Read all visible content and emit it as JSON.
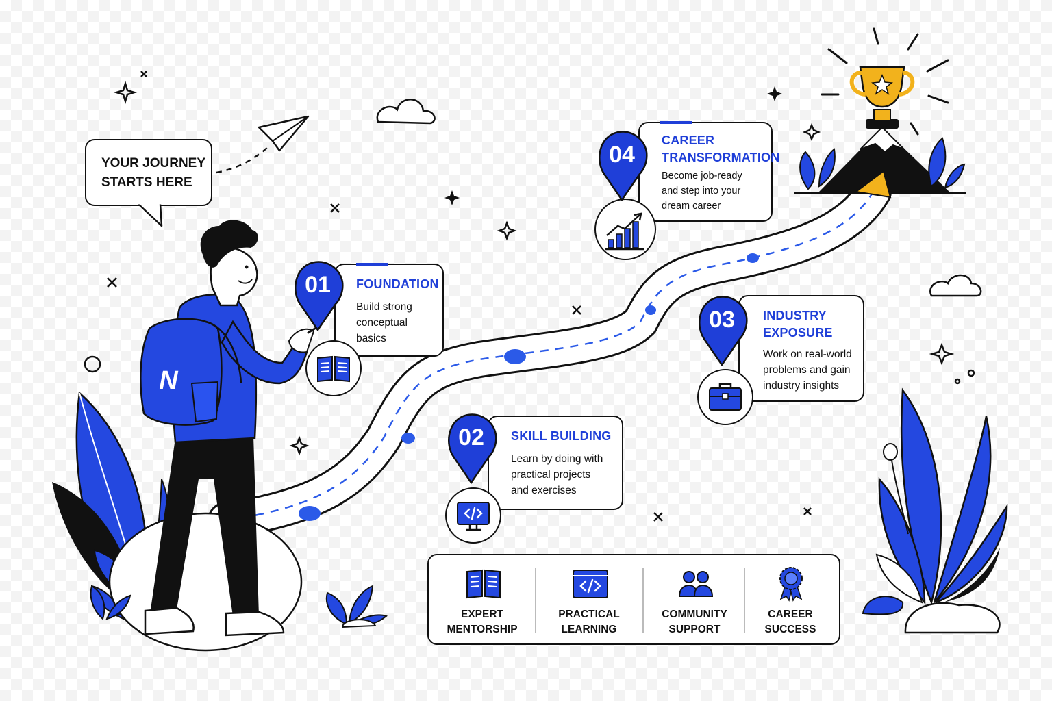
{
  "speech_bubble": {
    "line1": "YOUR JOURNEY",
    "line2": "STARTS HERE"
  },
  "steps": [
    {
      "number": "01",
      "title_lines": [
        "FOUNDATION"
      ],
      "desc_lines": [
        "Build strong",
        "conceptual",
        "basics"
      ],
      "icon": "book-icon"
    },
    {
      "number": "02",
      "title_lines": [
        "SKILL BUILDING"
      ],
      "desc_lines": [
        "Learn by doing with",
        "practical projects",
        "and exercises"
      ],
      "icon": "code-monitor-icon"
    },
    {
      "number": "03",
      "title_lines": [
        "INDUSTRY",
        "EXPOSURE"
      ],
      "desc_lines": [
        "Work on real-world",
        "problems and gain",
        "industry insights"
      ],
      "icon": "briefcase-icon"
    },
    {
      "number": "04",
      "title_lines": [
        "CAREER",
        "TRANSFORMATION"
      ],
      "desc_lines": [
        "Become job-ready",
        "and step into your",
        "dream career"
      ],
      "icon": "growth-chart-icon"
    }
  ],
  "features": [
    {
      "line1": "EXPERT",
      "line2": "MENTORSHIP",
      "icon": "open-book-icon"
    },
    {
      "line1": "PRACTICAL",
      "line2": "LEARNING",
      "icon": "code-window-icon"
    },
    {
      "line1": "COMMUNITY",
      "line2": "SUPPORT",
      "icon": "people-icon"
    },
    {
      "line1": "CAREER",
      "line2": "SUCCESS",
      "icon": "award-badge-icon"
    }
  ],
  "backpack_logo": "N",
  "colors": {
    "accent": "#1f3fd8",
    "ink": "#111111",
    "gold": "#f2b21c",
    "leaf": "#2448e0"
  }
}
